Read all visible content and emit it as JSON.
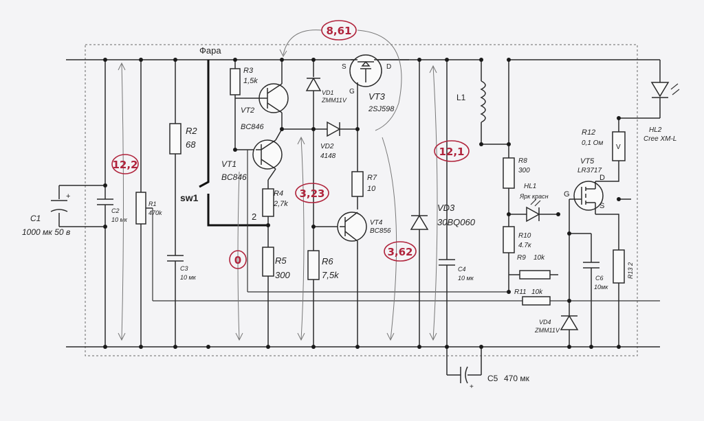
{
  "labels": {
    "fara": "Фара",
    "sw1": "sw1",
    "node2": "2",
    "c1": [
      "C1",
      "1000 мк 50 в"
    ],
    "c2": [
      "C2",
      "10 мк"
    ],
    "r1": [
      "R1",
      "470k"
    ],
    "r2": [
      "R2",
      "68"
    ],
    "c3": [
      "C3",
      "10 мк"
    ],
    "r3": [
      "R3",
      "1,5k"
    ],
    "vt2": [
      "VT2",
      "BC846"
    ],
    "vt1": [
      "VT1",
      "BC846"
    ],
    "r4": [
      "R4",
      "2,7k"
    ],
    "r5": [
      "R5",
      "300"
    ],
    "vd1": [
      "VD1",
      "ZMM11V"
    ],
    "vd2": [
      "VD2",
      "4148"
    ],
    "vt3": [
      "VT3",
      "2SJ598"
    ],
    "vt3_pins": [
      "S",
      "D",
      "G"
    ],
    "r6": [
      "R6",
      "7,5k"
    ],
    "r7": [
      "R7",
      "10"
    ],
    "vt4": [
      "VT4",
      "BC856"
    ],
    "vd3": [
      "VD3",
      "30BQ060"
    ],
    "c4": [
      "C4",
      "10 мк"
    ],
    "l1": "L1",
    "c5": [
      "C5",
      "470 мк"
    ],
    "r8": [
      "R8",
      "300"
    ],
    "hl1": [
      "HL1",
      "Ярк красн"
    ],
    "r10": [
      "R10",
      "4.7к"
    ],
    "r9": [
      "R9",
      "10k"
    ],
    "r11": [
      "R11",
      "10k"
    ],
    "vd4": [
      "VD4",
      "ZMM11V"
    ],
    "r12": [
      "R12",
      "0,1 Ом"
    ],
    "vt5": [
      "VT5",
      "LR3717"
    ],
    "vt5_pins": [
      "D",
      "G",
      "S"
    ],
    "c6": [
      "C6",
      "10мк"
    ],
    "r13": "R13 2",
    "hl2": [
      "HL2",
      "Cree XM-L"
    ],
    "v_box": "V"
  },
  "annotations": {
    "v_input": "12,2",
    "v_vt3": "8,61",
    "v_node": "3,23",
    "v_zero": "0",
    "v_vt4": "3,62",
    "v_out": "12,1"
  },
  "colors": {
    "handwriting": "#b0243c",
    "wire": "#2a2a2a",
    "paper": "#f4f4f6"
  }
}
